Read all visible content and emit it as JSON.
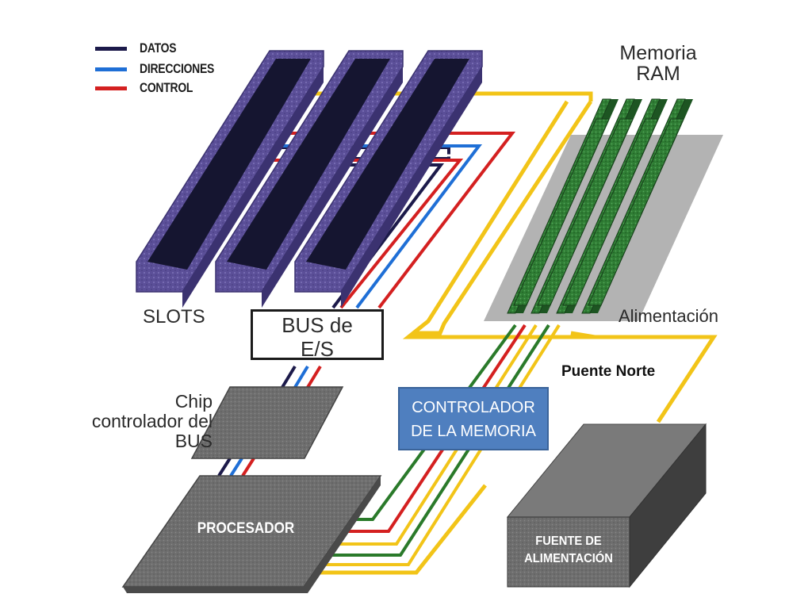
{
  "legend": [
    {
      "label": "DATOS",
      "color": "#1c1a4a"
    },
    {
      "label": "DIRECCIONES",
      "color": "#1f6fd6"
    },
    {
      "label": "CONTROL",
      "color": "#d42020"
    }
  ],
  "labels": {
    "memoria_ram": "Memoria RAM",
    "slots": "SLOTS",
    "bus_es": "BUS de E/S",
    "alimentacion": "Alimentación",
    "puente_norte": "Puente Norte",
    "controlador_memoria": "CONTROLADOR DE LA MEMORIA",
    "chip_controlador": "Chip controlador del BUS",
    "procesador": "PROCESADOR",
    "fuente_alimentacion": "FUENTE DE ALIMENTACIÓN"
  },
  "colors": {
    "datos": "#1c1a4a",
    "direcciones": "#1f6fd6",
    "control": "#d42020",
    "alimentacion": "#f2c418",
    "memoria_bus": "#2a7a2a",
    "slot": "#5a4f96",
    "ram": "#2e7d32",
    "chip": "#6b6b6b",
    "controlador": "#4f7fbf"
  }
}
